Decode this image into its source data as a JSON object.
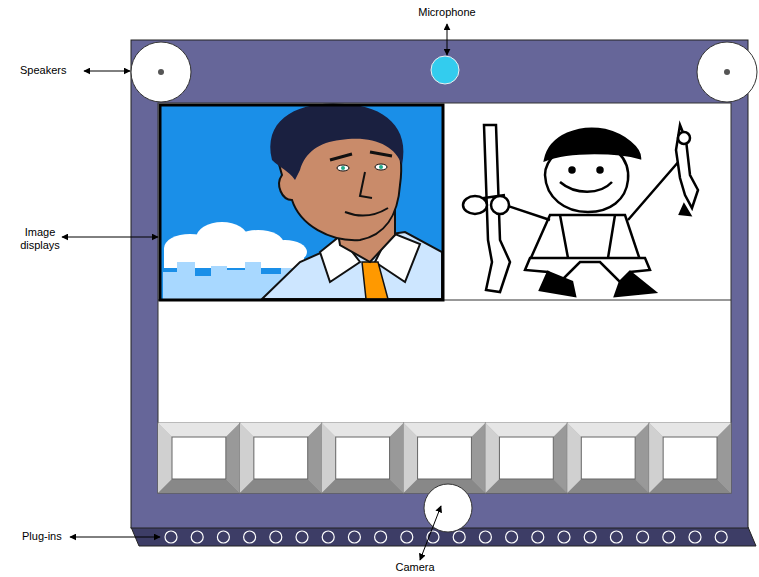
{
  "diagram": {
    "labels": [
      "Microphone",
      "Speakers",
      "Image displays",
      "Plug-ins",
      "Camera"
    ]
  }
}
